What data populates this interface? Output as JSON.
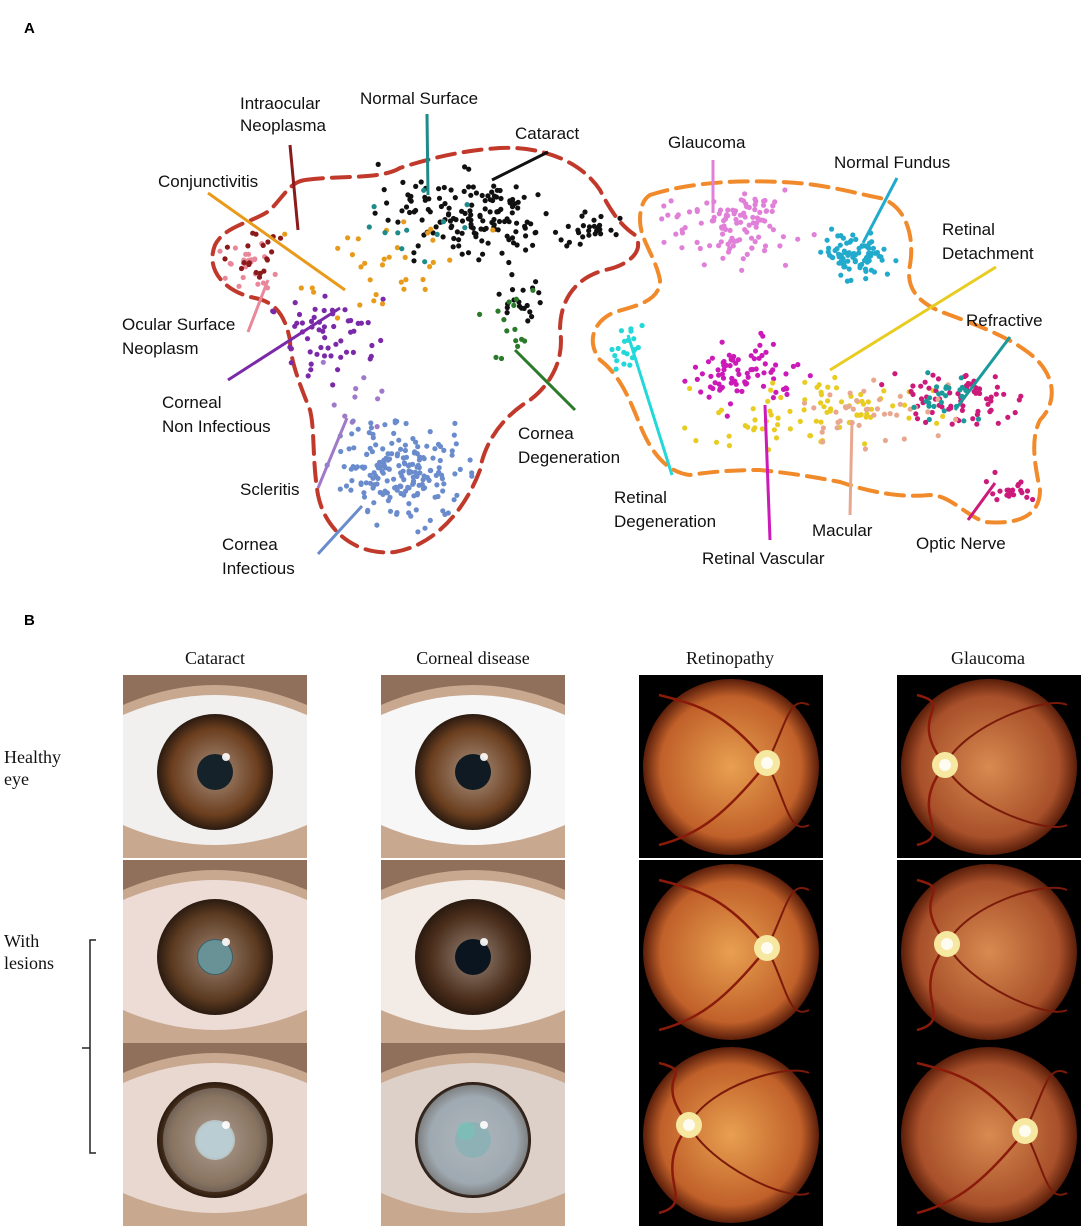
{
  "panel_a": {
    "letter": "A",
    "labels": {
      "intraocular": [
        "Intraocular",
        "Neoplasma"
      ],
      "normal_surface": [
        "Normal Surface"
      ],
      "cataract": [
        "Cataract"
      ],
      "conjunctivitis": [
        "Conjunctivitis"
      ],
      "ocular_surface": [
        "Ocular Surface",
        "Neoplasm"
      ],
      "corneal_noninf": [
        "Corneal",
        "Non Infectious"
      ],
      "scleritis": [
        "Scleritis"
      ],
      "cornea_infectious": [
        "Cornea",
        "Infectious"
      ],
      "cornea_degeneration": [
        "Cornea",
        "Degeneration"
      ],
      "glaucoma": [
        "Glaucoma"
      ],
      "normal_fundus": [
        "Normal Fundus"
      ],
      "retinal_detachment": [
        "Retinal",
        "Detachment"
      ],
      "refractive": [
        "Refractive"
      ],
      "retinal_degeneration": [
        "Retinal",
        "Degeneration"
      ],
      "retinal_vascular": [
        "Retinal Vascular"
      ],
      "macular": [
        "Macular"
      ],
      "optic_nerve": [
        "Optic Nerve"
      ]
    },
    "colors": {
      "cataract": "#111111",
      "normal_surface": "#1f8a8a",
      "intraocular": "#8b1a1a",
      "conjunctivitis": "#e89a1a",
      "ocular_surface": "#e8889a",
      "corneal_noninf": "#7a2aa8",
      "scleritis": "#a07ac8",
      "cornea_infectious": "#6a8ccc",
      "cornea_degeneration": "#2a7a2a",
      "glaucoma": "#e080d8",
      "normal_fundus": "#22aacc",
      "retinal_detachment": "#e8cc22",
      "refractive": "#1a9a9a",
      "retinal_degeneration": "#22d8d8",
      "retinal_vascular": "#cc1ab8",
      "macular": "#e8a890",
      "optic_nerve": "#cc1a7a",
      "outline_left": "#c0392b",
      "outline_right": "#f08a2a"
    }
  },
  "panel_b": {
    "letter": "B",
    "columns": [
      "Cataract",
      "Corneal disease",
      "Retinopathy",
      "Glaucoma"
    ],
    "rows": {
      "healthy": [
        "Healthy",
        "eye"
      ],
      "lesions": [
        "With",
        "lesions"
      ]
    }
  }
}
